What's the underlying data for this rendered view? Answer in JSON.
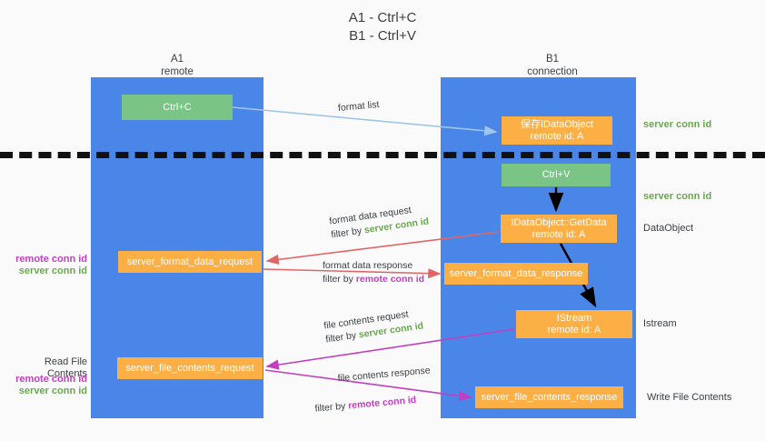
{
  "title": {
    "line1": "A1 - Ctrl+C",
    "line2": "B1 - Ctrl+V"
  },
  "lanes": [
    {
      "id": "a1",
      "name": "A1",
      "role": "remote"
    },
    {
      "id": "b1",
      "name": "B1",
      "role": "connection"
    }
  ],
  "boxes": {
    "ctrl_c": {
      "label": "Ctrl+C",
      "color": "#7ac486"
    },
    "save_dataobject": {
      "label": "保存IDataObject",
      "sub": "remote id: A",
      "color": "#fbaf45"
    },
    "ctrl_v": {
      "label": "Ctrl+V",
      "color": "#7ac486"
    },
    "getdata": {
      "label": "IDataObject::GetData",
      "sub": "remote id: A",
      "color": "#fbaf45"
    },
    "format_data_request": {
      "label": "server_format_data_request",
      "color": "#fbaf45"
    },
    "format_data_response": {
      "label": "server_format_data_response",
      "color": "#fbaf45"
    },
    "istream": {
      "label": "IStream",
      "sub": "remote id: A",
      "color": "#fbaf45"
    },
    "file_contents_request": {
      "label": "server_file_contents_request",
      "color": "#fbaf45"
    },
    "file_contents_response": {
      "label": "server_file_contents_response",
      "color": "#fbaf45"
    }
  },
  "edge_labels": {
    "format_list": "format list",
    "format_data_request": {
      "line1": "format data request",
      "filter_prefix": "filter by ",
      "filter_id": "server conn id"
    },
    "format_data_response": {
      "line1": "format data response",
      "filter_prefix": "filter by ",
      "filter_id": "remote conn id"
    },
    "file_contents_request": {
      "line1": "file contents request",
      "filter_prefix": "filter by ",
      "filter_id": "server conn id"
    },
    "file_contents_response": {
      "line1": "file contents response",
      "filter_prefix": "filter by ",
      "filter_id": "remote conn id"
    }
  },
  "annotations": {
    "server_conn_id_top": "server conn id",
    "server_conn_id_mid": "server conn id",
    "dataobject": "DataObject",
    "istream": "Istream",
    "write_file_contents": "Write File Contents",
    "read_file_contents": "Read File Contents",
    "remote_conn_id": "remote conn id",
    "server_conn_id": "server conn id"
  },
  "colors": {
    "lane": "#4a86e8",
    "green_box": "#7ac486",
    "orange_box": "#fbaf45",
    "green_text": "#6aa84f",
    "magenta_text": "#c23fc2",
    "arrow_blue": "#9fc5e8",
    "arrow_red": "#e06666",
    "arrow_magenta": "#c23fc2",
    "arrow_black": "#000000",
    "separator": "#111111",
    "background": "#fafafa"
  }
}
